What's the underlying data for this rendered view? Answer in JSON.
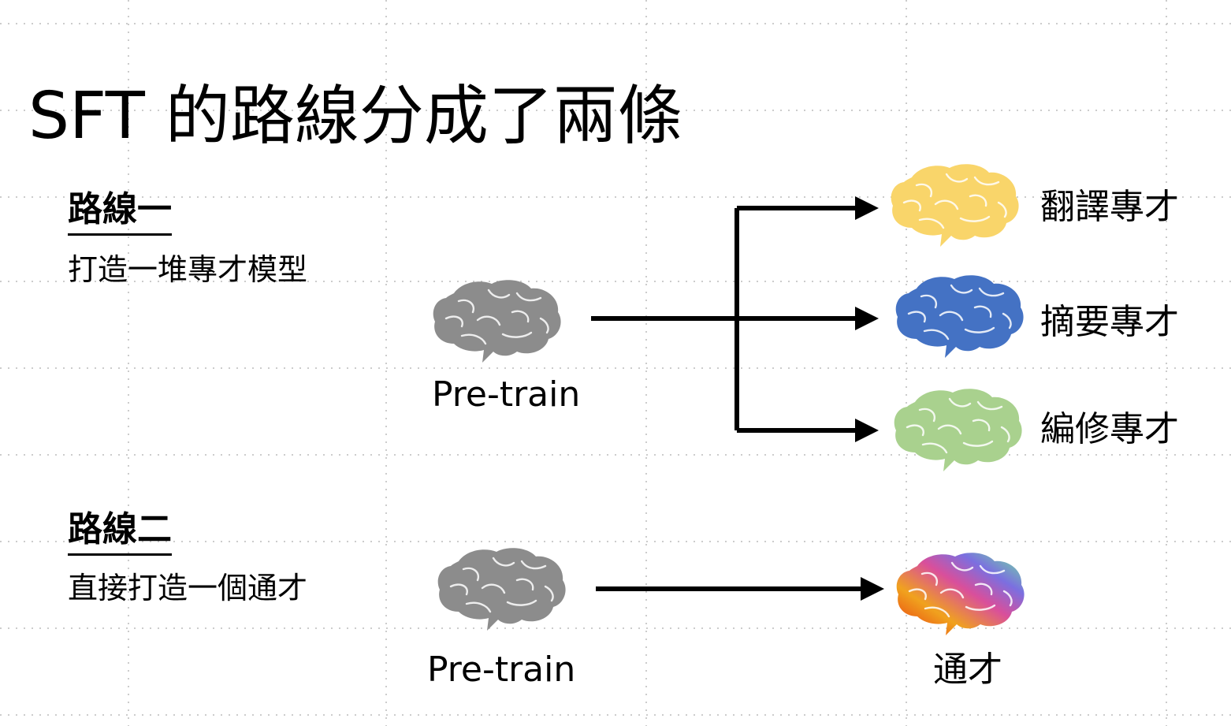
{
  "title": "SFT 的路線分成了兩條",
  "route1": {
    "heading": "路線一",
    "description": "打造一堆專才模型",
    "source_label": "Pre-train",
    "specialists": [
      {
        "label": "翻譯專才",
        "color": "#F9D56A"
      },
      {
        "label": "摘要專才",
        "color": "#4472C4"
      },
      {
        "label": "編修專才",
        "color": "#A9D18E"
      }
    ]
  },
  "route2": {
    "heading": "路線二",
    "description": "直接打造一個通才",
    "source_label": "Pre-train",
    "generalist_label": "通才"
  },
  "colors": {
    "pretrain_brain": "#8C8C8C",
    "arrow": "#000000",
    "grid_dots": "#BBBBBB"
  }
}
